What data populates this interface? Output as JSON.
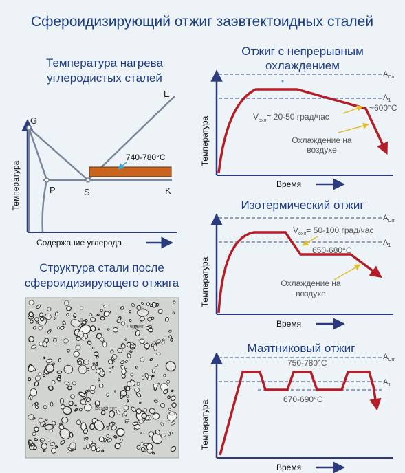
{
  "title": "Сфероидизирующий отжиг заэвтектоидных сталей",
  "colors": {
    "title": "#1b3f86",
    "subtitle": "#1e3d8a",
    "curve": "#b31e28",
    "axis": "#2b3b7e",
    "dash": "#5a6f9a",
    "phase_line": "#7a869a",
    "band": "#c8641e",
    "annotation_arrow": "#e2bf2a",
    "photo_bg": "#d2d4d2"
  },
  "heating_diagram": {
    "title_line1": "Температура нагрева",
    "title_line2": "углеродистых сталей",
    "y_label": "Температура",
    "x_label": "Содержание углерода",
    "points": {
      "G": "G",
      "E": "E",
      "P": "P",
      "S": "S",
      "K": "K"
    },
    "band_label": "740-780°C"
  },
  "structure": {
    "title_line1": "Структура стали после",
    "title_line2": "сфероидизирующего отжига",
    "label_ferrite": "Феррит",
    "label_cementite": "Цементит"
  },
  "continuous": {
    "title_line1": "Отжиг с непрерывным",
    "title_line2": "охлаждением",
    "y_label": "Температура",
    "x_label": "Время",
    "acm": "A",
    "acm_sub": "Cm",
    "a1": "A",
    "a1_sub": "1",
    "v_label": "V",
    "v_sub": "охл",
    "v_value": "= 20-50 град/час",
    "temp_label": "~600°C",
    "air_line1": "Охлаждение на",
    "air_line2": "воздухе"
  },
  "isothermal": {
    "title": "Изотермический отжиг",
    "y_label": "Температура",
    "x_label": "Время",
    "acm": "A",
    "acm_sub": "Cm",
    "a1": "A",
    "a1_sub": "1",
    "v_label": "V",
    "v_sub": "охл",
    "v_value": "= 50-100 град/час",
    "temp_label": "650-680°C",
    "air_line1": "Охлаждение на",
    "air_line2": "воздухе"
  },
  "pendulum": {
    "title": "Маятниковый отжиг",
    "y_label": "Температура",
    "x_label": "Время",
    "acm": "A",
    "acm_sub": "Cm",
    "a1": "A",
    "a1_sub": "1",
    "upper_label": "750-780°C",
    "lower_label": "670-690°C"
  }
}
